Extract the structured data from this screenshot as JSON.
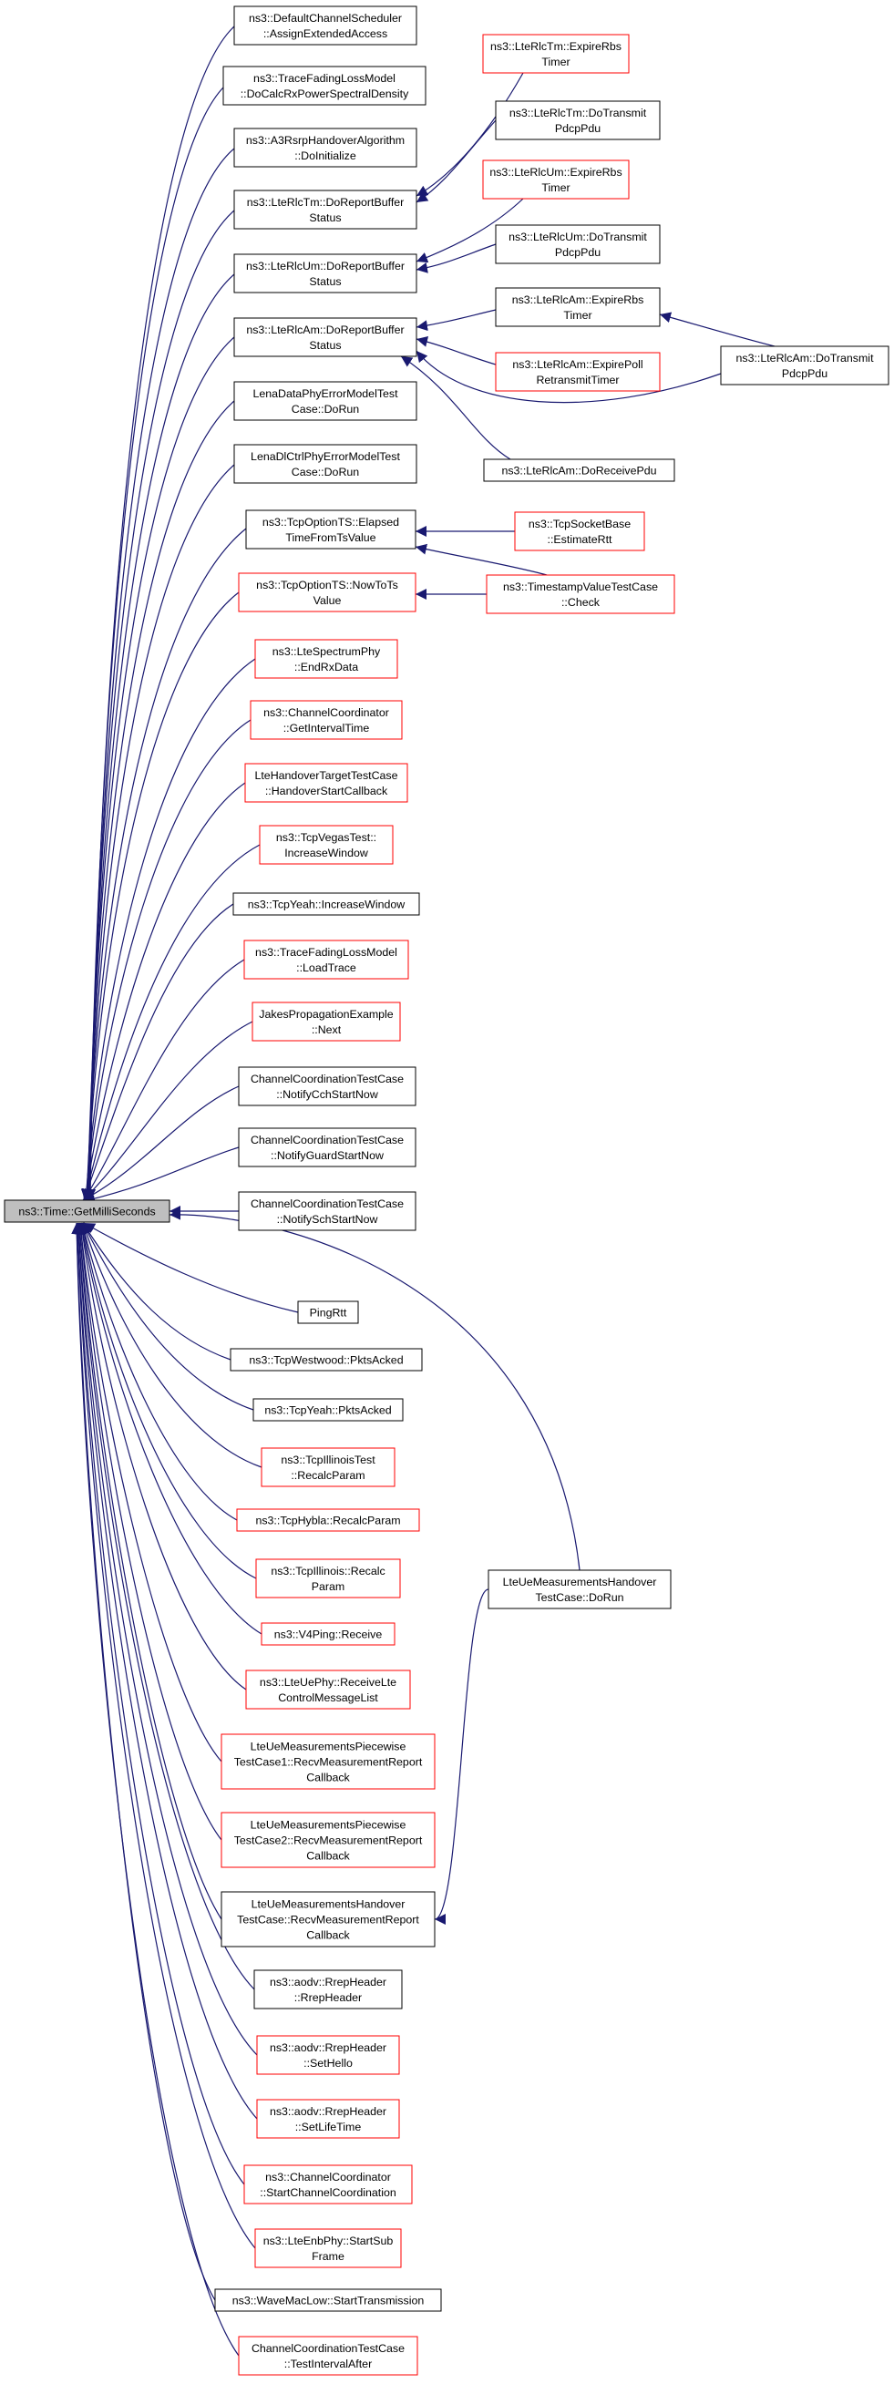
{
  "diagram": {
    "colors": {
      "background": "#ffffff",
      "edge": "#191970",
      "border_default": "#000000",
      "border_truncated": "#ff0000",
      "focus_fill": "#bfbfbf",
      "text": "#000000"
    },
    "nodes": [
      {
        "id": "focus",
        "lines": [
          "ns3::Time::GetMilliSeconds"
        ],
        "style": "focus"
      },
      {
        "id": "n_assign",
        "lines": [
          "ns3::DefaultChannelScheduler",
          "::AssignExtendedAccess"
        ],
        "style": "black"
      },
      {
        "id": "n_fading",
        "lines": [
          "ns3::TraceFadingLossModel",
          "::DoCalcRxPowerSpectralDensity"
        ],
        "style": "black"
      },
      {
        "id": "n_a3",
        "lines": [
          "ns3::A3RsrpHandoverAlgorithm",
          "::DoInitialize"
        ],
        "style": "black"
      },
      {
        "id": "n_tm_drbs",
        "lines": [
          "ns3::LteRlcTm::DoReportBuffer",
          "Status"
        ],
        "style": "black"
      },
      {
        "id": "n_um_drbs",
        "lines": [
          "ns3::LteRlcUm::DoReportBuffer",
          "Status"
        ],
        "style": "black"
      },
      {
        "id": "n_am_drbs",
        "lines": [
          "ns3::LteRlcAm::DoReportBuffer",
          "Status"
        ],
        "style": "black"
      },
      {
        "id": "n_lena_data",
        "lines": [
          "LenaDataPhyErrorModelTest",
          "Case::DoRun"
        ],
        "style": "black"
      },
      {
        "id": "n_lena_dl",
        "lines": [
          "LenaDlCtrlPhyErrorModelTest",
          "Case::DoRun"
        ],
        "style": "black"
      },
      {
        "id": "n_elapsed",
        "lines": [
          "ns3::TcpOptionTS::Elapsed",
          "TimeFromTsValue"
        ],
        "style": "black"
      },
      {
        "id": "n_nowto",
        "lines": [
          "ns3::TcpOptionTS::NowToTs",
          "Value"
        ],
        "style": "red"
      },
      {
        "id": "n_endrx",
        "lines": [
          "ns3::LteSpectrumPhy",
          "::EndRxData"
        ],
        "style": "red"
      },
      {
        "id": "n_cc_getint",
        "lines": [
          "ns3::ChannelCoordinator",
          "::GetIntervalTime"
        ],
        "style": "red"
      },
      {
        "id": "n_lte_hotarget",
        "lines": [
          "LteHandoverTargetTestCase",
          "::HandoverStartCallback"
        ],
        "style": "red"
      },
      {
        "id": "n_vegas",
        "lines": [
          "ns3::TcpVegasTest::",
          "IncreaseWindow"
        ],
        "style": "red"
      },
      {
        "id": "n_yeah_inc",
        "lines": [
          "ns3::TcpYeah::IncreaseWindow"
        ],
        "style": "black"
      },
      {
        "id": "n_loadtrace",
        "lines": [
          "ns3::TraceFadingLossModel",
          "::LoadTrace"
        ],
        "style": "red"
      },
      {
        "id": "n_jakes",
        "lines": [
          "JakesPropagationExample",
          "::Next"
        ],
        "style": "red"
      },
      {
        "id": "n_cct_cch",
        "lines": [
          "ChannelCoordinationTestCase",
          "::NotifyCchStartNow"
        ],
        "style": "black"
      },
      {
        "id": "n_cct_guard",
        "lines": [
          "ChannelCoordinationTestCase",
          "::NotifyGuardStartNow"
        ],
        "style": "black"
      },
      {
        "id": "n_cct_sch",
        "lines": [
          "ChannelCoordinationTestCase",
          "::NotifySchStartNow"
        ],
        "style": "black"
      },
      {
        "id": "n_pingrtt",
        "lines": [
          "PingRtt"
        ],
        "style": "black"
      },
      {
        "id": "n_westwood",
        "lines": [
          "ns3::TcpWestwood::PktsAcked"
        ],
        "style": "black"
      },
      {
        "id": "n_yeah_pkts",
        "lines": [
          "ns3::TcpYeah::PktsAcked"
        ],
        "style": "black"
      },
      {
        "id": "n_illinois_test",
        "lines": [
          "ns3::TcpIllinoisTest",
          "::RecalcParam"
        ],
        "style": "red"
      },
      {
        "id": "n_hybla",
        "lines": [
          "ns3::TcpHybla::RecalcParam"
        ],
        "style": "red"
      },
      {
        "id": "n_illinois",
        "lines": [
          "ns3::TcpIllinois::Recalc",
          "Param"
        ],
        "style": "red"
      },
      {
        "id": "n_v4ping",
        "lines": [
          "ns3::V4Ping::Receive"
        ],
        "style": "red"
      },
      {
        "id": "n_lteue_recv",
        "lines": [
          "ns3::LteUePhy::ReceiveLte",
          "ControlMessageList"
        ],
        "style": "red"
      },
      {
        "id": "n_piece1",
        "lines": [
          "LteUeMeasurementsPiecewise",
          "TestCase1::RecvMeasurementReport",
          "Callback"
        ],
        "style": "red"
      },
      {
        "id": "n_piece2",
        "lines": [
          "LteUeMeasurementsPiecewise",
          "TestCase2::RecvMeasurementReport",
          "Callback"
        ],
        "style": "red"
      },
      {
        "id": "n_ho_recv",
        "lines": [
          "LteUeMeasurementsHandover",
          "TestCase::RecvMeasurementReport",
          "Callback"
        ],
        "style": "black"
      },
      {
        "id": "n_aodv_rrep",
        "lines": [
          "ns3::aodv::RrepHeader",
          "::RrepHeader"
        ],
        "style": "black"
      },
      {
        "id": "n_aodv_hello",
        "lines": [
          "ns3::aodv::RrepHeader",
          "::SetHello"
        ],
        "style": "red"
      },
      {
        "id": "n_aodv_life",
        "lines": [
          "ns3::aodv::RrepHeader",
          "::SetLifeTime"
        ],
        "style": "red"
      },
      {
        "id": "n_cc_start",
        "lines": [
          "ns3::ChannelCoordinator",
          "::StartChannelCoordination"
        ],
        "style": "red"
      },
      {
        "id": "n_enb_sub",
        "lines": [
          "ns3::LteEnbPhy::StartSub",
          "Frame"
        ],
        "style": "red"
      },
      {
        "id": "n_wave",
        "lines": [
          "ns3::WaveMacLow::StartTransmission"
        ],
        "style": "black"
      },
      {
        "id": "n_cct_after",
        "lines": [
          "ChannelCoordinationTestCase",
          "::TestIntervalAfter"
        ],
        "style": "red"
      },
      {
        "id": "n_tm_exp",
        "lines": [
          "ns3::LteRlcTm::ExpireRbs",
          "Timer"
        ],
        "style": "red"
      },
      {
        "id": "n_tm_dotx",
        "lines": [
          "ns3::LteRlcTm::DoTransmit",
          "PdcpPdu"
        ],
        "style": "black"
      },
      {
        "id": "n_um_exp",
        "lines": [
          "ns3::LteRlcUm::ExpireRbs",
          "Timer"
        ],
        "style": "red"
      },
      {
        "id": "n_um_dotx",
        "lines": [
          "ns3::LteRlcUm::DoTransmit",
          "PdcpPdu"
        ],
        "style": "black"
      },
      {
        "id": "n_am_exp",
        "lines": [
          "ns3::LteRlcAm::ExpireRbs",
          "Timer"
        ],
        "style": "black"
      },
      {
        "id": "n_am_poll",
        "lines": [
          "ns3::LteRlcAm::ExpirePoll",
          "RetransmitTimer"
        ],
        "style": "red"
      },
      {
        "id": "n_am_recv",
        "lines": [
          "ns3::LteRlcAm::DoReceivePdu"
        ],
        "style": "black"
      },
      {
        "id": "n_estimate",
        "lines": [
          "ns3::TcpSocketBase",
          "::EstimateRtt"
        ],
        "style": "red"
      },
      {
        "id": "n_tsv",
        "lines": [
          "ns3::TimestampValueTestCase",
          "::Check"
        ],
        "style": "red"
      },
      {
        "id": "n_ho_dorun",
        "lines": [
          "LteUeMeasurementsHandover",
          "TestCase::DoRun"
        ],
        "style": "black"
      },
      {
        "id": "n_am_dotx",
        "lines": [
          "ns3::LteRlcAm::DoTransmit",
          "PdcpPdu"
        ],
        "style": "black"
      }
    ],
    "edges": [
      [
        "n_assign",
        "focus"
      ],
      [
        "n_fading",
        "focus"
      ],
      [
        "n_a3",
        "focus"
      ],
      [
        "n_tm_drbs",
        "focus"
      ],
      [
        "n_um_drbs",
        "focus"
      ],
      [
        "n_am_drbs",
        "focus"
      ],
      [
        "n_lena_data",
        "focus"
      ],
      [
        "n_lena_dl",
        "focus"
      ],
      [
        "n_elapsed",
        "focus"
      ],
      [
        "n_nowto",
        "focus"
      ],
      [
        "n_endrx",
        "focus"
      ],
      [
        "n_cc_getint",
        "focus"
      ],
      [
        "n_lte_hotarget",
        "focus"
      ],
      [
        "n_vegas",
        "focus"
      ],
      [
        "n_yeah_inc",
        "focus"
      ],
      [
        "n_loadtrace",
        "focus"
      ],
      [
        "n_jakes",
        "focus"
      ],
      [
        "n_cct_cch",
        "focus"
      ],
      [
        "n_cct_guard",
        "focus"
      ],
      [
        "n_cct_sch",
        "focus"
      ],
      [
        "n_pingrtt",
        "focus"
      ],
      [
        "n_westwood",
        "focus"
      ],
      [
        "n_yeah_pkts",
        "focus"
      ],
      [
        "n_illinois_test",
        "focus"
      ],
      [
        "n_hybla",
        "focus"
      ],
      [
        "n_illinois",
        "focus"
      ],
      [
        "n_v4ping",
        "focus"
      ],
      [
        "n_lteue_recv",
        "focus"
      ],
      [
        "n_piece1",
        "focus"
      ],
      [
        "n_piece2",
        "focus"
      ],
      [
        "n_ho_recv",
        "focus"
      ],
      [
        "n_aodv_rrep",
        "focus"
      ],
      [
        "n_aodv_hello",
        "focus"
      ],
      [
        "n_aodv_life",
        "focus"
      ],
      [
        "n_cc_start",
        "focus"
      ],
      [
        "n_enb_sub",
        "focus"
      ],
      [
        "n_wave",
        "focus"
      ],
      [
        "n_cct_after",
        "focus"
      ],
      [
        "n_ho_dorun",
        "focus"
      ],
      [
        "n_tm_exp",
        "n_tm_drbs"
      ],
      [
        "n_tm_dotx",
        "n_tm_drbs"
      ],
      [
        "n_um_exp",
        "n_um_drbs"
      ],
      [
        "n_um_dotx",
        "n_um_drbs"
      ],
      [
        "n_am_exp",
        "n_am_drbs"
      ],
      [
        "n_am_poll",
        "n_am_drbs"
      ],
      [
        "n_am_recv",
        "n_am_drbs"
      ],
      [
        "n_am_dotx",
        "n_am_drbs"
      ],
      [
        "n_am_dotx",
        "n_am_exp"
      ],
      [
        "n_estimate",
        "n_elapsed"
      ],
      [
        "n_tsv",
        "n_elapsed"
      ],
      [
        "n_tsv",
        "n_nowto"
      ],
      [
        "n_ho_dorun",
        "n_ho_recv"
      ]
    ]
  }
}
